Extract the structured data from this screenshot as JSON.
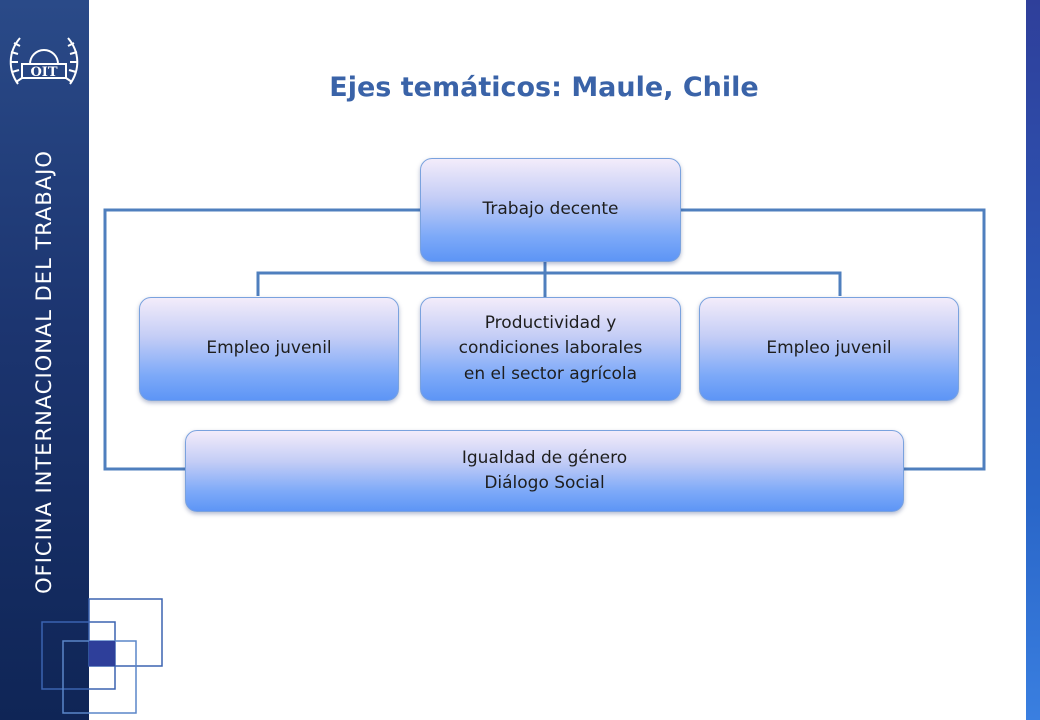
{
  "branding": {
    "logo_text": "OIT",
    "vertical_text": "OFICINA INTERNACIONAL DEL TRABAJO"
  },
  "title": "Ejes temáticos: Maule, Chile",
  "diagram": {
    "top": "Trabajo decente",
    "children": [
      {
        "label": "Empleo juvenil"
      },
      {
        "line1": "Productividad y",
        "line2": "condiciones laborales",
        "line3": "en el sector agrícola"
      },
      {
        "label": "Empleo juvenil"
      }
    ],
    "bottom": {
      "line1": "Igualdad de género",
      "line2": "Diálogo Social"
    }
  },
  "colors": {
    "sidebar": "#1c3570",
    "title": "#3a63a8",
    "connector": "#4f7fbe",
    "box_bottom": "#5d95f6"
  }
}
